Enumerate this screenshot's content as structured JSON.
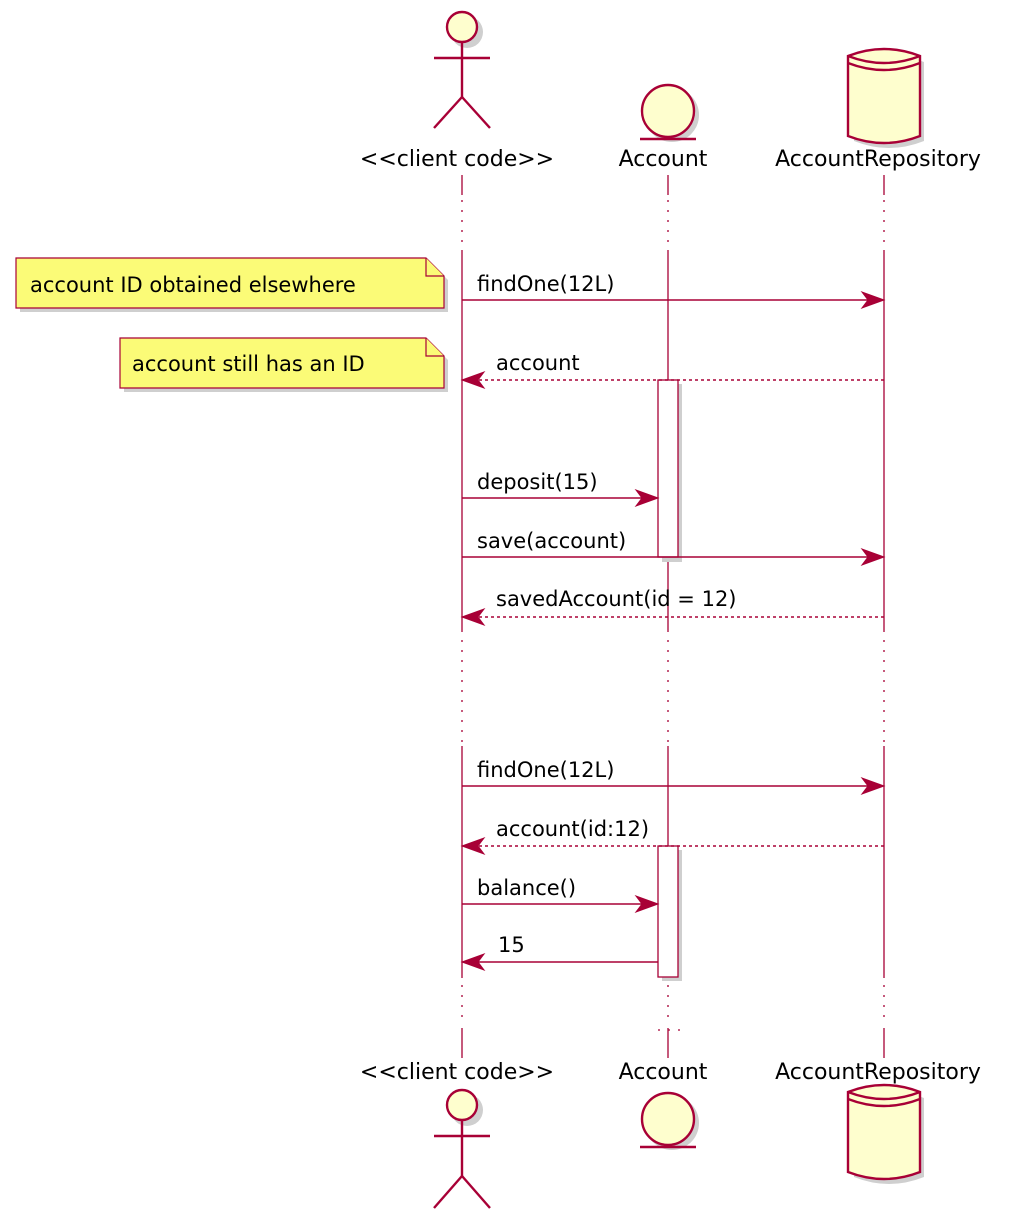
{
  "participants": {
    "client": {
      "label": "<<client code>>",
      "kind": "actor"
    },
    "account": {
      "label": "Account",
      "kind": "entity"
    },
    "repository": {
      "label": "AccountRepository",
      "kind": "database"
    }
  },
  "messages": [
    {
      "id": "m1",
      "label": "findOne(12L)",
      "from": "client",
      "to": "repository",
      "style": "sync"
    },
    {
      "id": "m2",
      "label": "account",
      "from": "repository",
      "to": "client",
      "style": "return"
    },
    {
      "id": "m3",
      "label": "deposit(15)",
      "from": "client",
      "to": "account",
      "style": "sync"
    },
    {
      "id": "m4",
      "label": "save(account)",
      "from": "client",
      "to": "repository",
      "style": "sync"
    },
    {
      "id": "m5",
      "label": "savedAccount(id = 12)",
      "from": "repository",
      "to": "client",
      "style": "return"
    },
    {
      "id": "m6",
      "label": "findOne(12L)",
      "from": "client",
      "to": "repository",
      "style": "sync"
    },
    {
      "id": "m7",
      "label": "account(id:12)",
      "from": "repository",
      "to": "client",
      "style": "return"
    },
    {
      "id": "m8",
      "label": "balance()",
      "from": "client",
      "to": "account",
      "style": "sync"
    },
    {
      "id": "m9",
      "label": "15",
      "from": "account",
      "to": "client",
      "style": "sync"
    }
  ],
  "notes": [
    {
      "id": "n1",
      "text": "account ID obtained elsewhere",
      "side": "left of client"
    },
    {
      "id": "n2",
      "text": "account still has an ID",
      "side": "left of client"
    }
  ],
  "colors": {
    "line": "#a80036",
    "participant_fill": "#fefece",
    "note_fill": "#fbfb77"
  }
}
